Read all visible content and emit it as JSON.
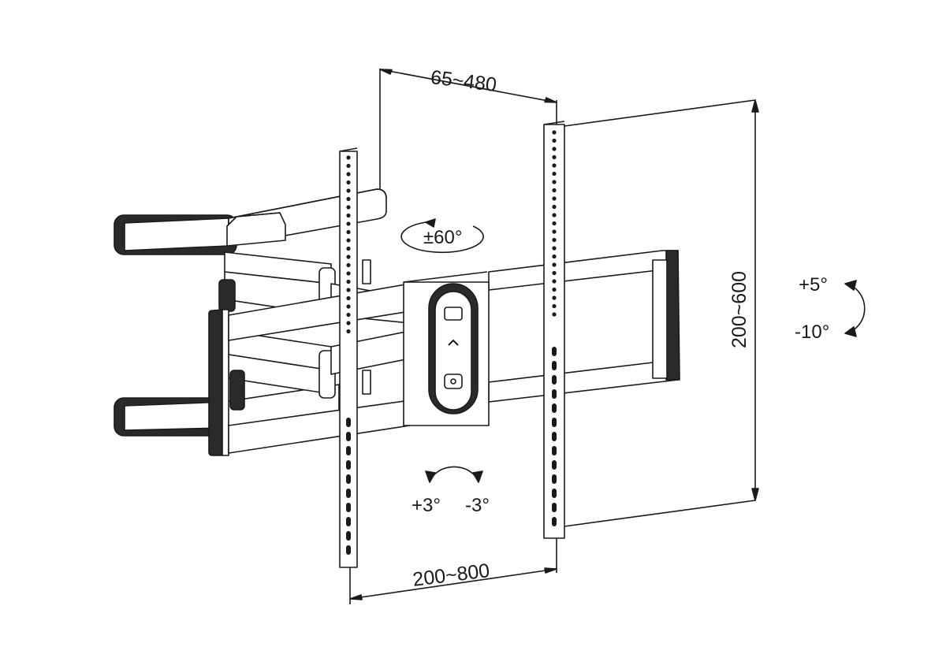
{
  "dimensions": {
    "extension": "65~480",
    "horizontal_spacing": "200~800",
    "vertical_spacing": "200~600"
  },
  "angles": {
    "swivel": "±60°",
    "tilt_up": "+5°",
    "tilt_down": "-10°",
    "level_plus": "+3°",
    "level_minus": "-3°"
  },
  "colors": {
    "line": "#1a1a1a",
    "fill_light": "#ffffff",
    "fill_dark": "#2a2a2a"
  }
}
